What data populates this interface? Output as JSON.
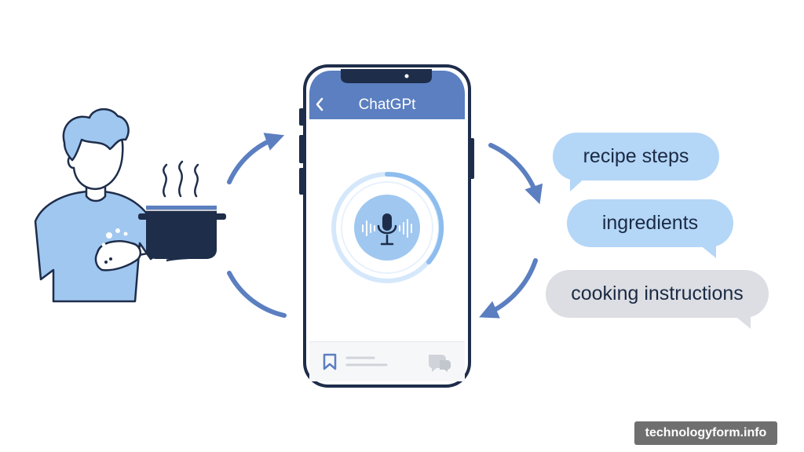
{
  "phone": {
    "app_title": "ChatGPt",
    "back_icon": "chevron-left-icon",
    "center_icon": "microphone-icon",
    "bottom_left_icon": "bookmark-icon",
    "bottom_right_icon": "chat-bubbles-icon"
  },
  "bubbles": [
    {
      "label": "recipe steps"
    },
    {
      "label": "ingredients"
    },
    {
      "label": "cooking instructions"
    }
  ],
  "watermark": "technologyform.info",
  "colors": {
    "primary_blue": "#5b7fc0",
    "light_blue": "#b4d6f7",
    "navy": "#1e2d4a",
    "gray_bubble": "#dcdee3",
    "shirt_blue": "#9fc7f0"
  }
}
